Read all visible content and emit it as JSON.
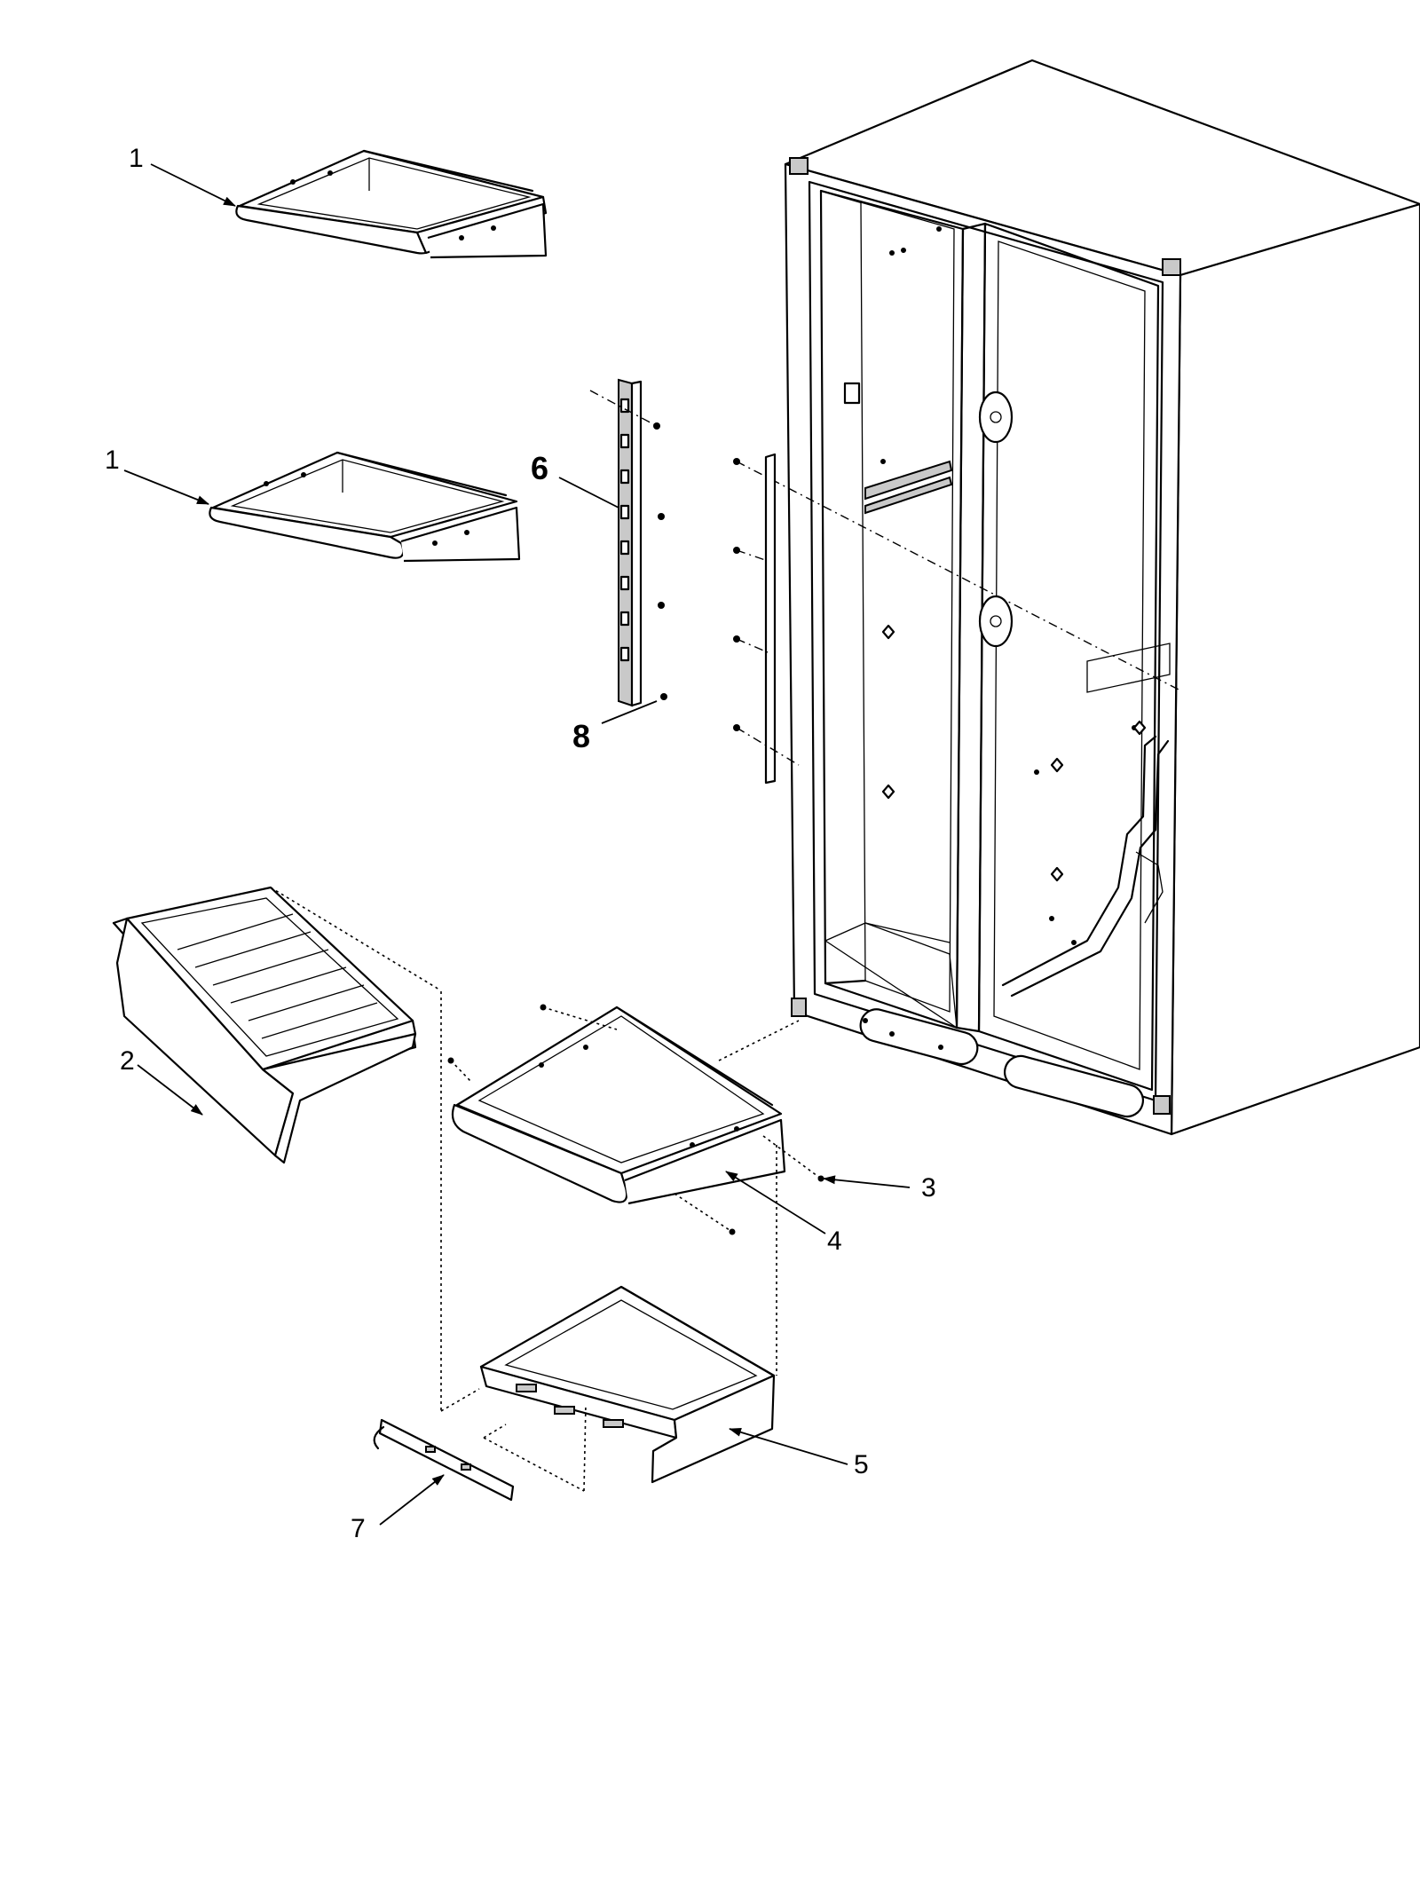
{
  "callouts": {
    "shelf_top": "1",
    "shelf_middle": "1",
    "crisper_drawer": "2",
    "screw": "3",
    "shelf_bottom": "4",
    "drawer_frame": "5",
    "shelf_ladder": "6",
    "drawer_slide": "7",
    "ladder_screw": "8"
  }
}
